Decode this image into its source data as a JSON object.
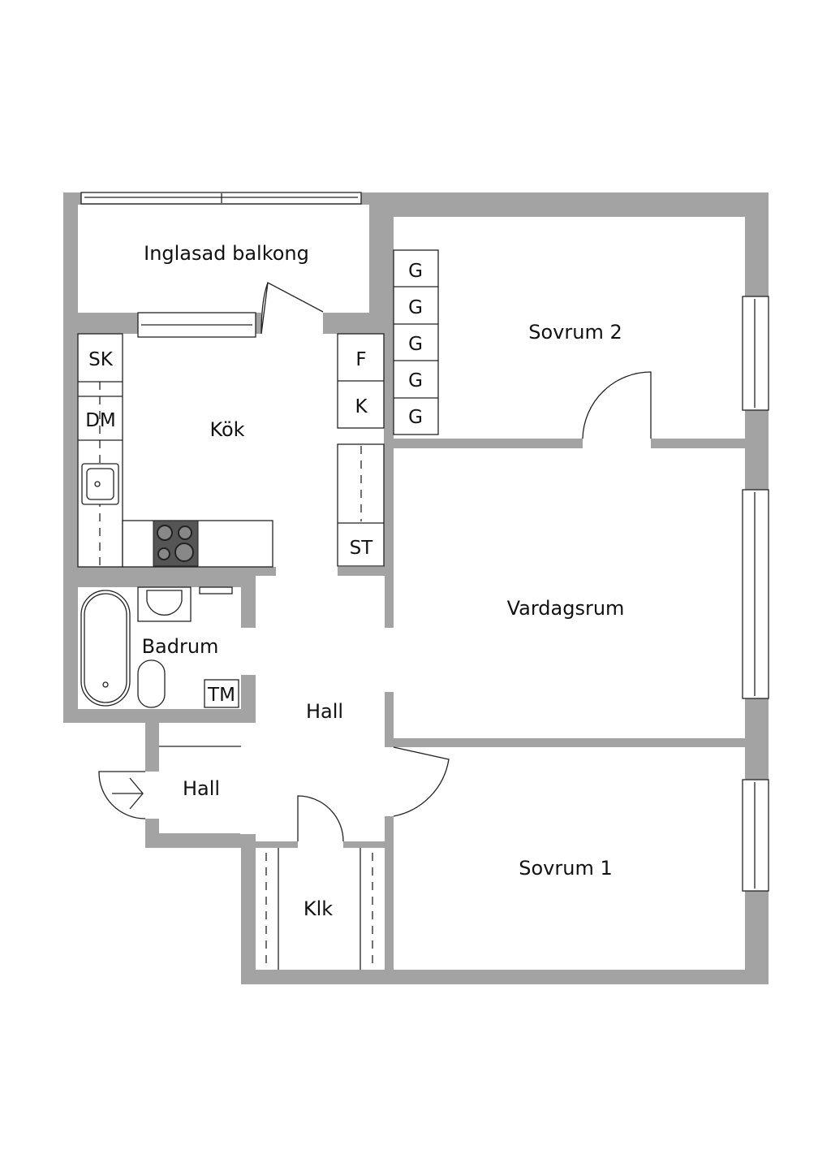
{
  "rooms": {
    "balcony": "Inglasad balkong",
    "kitchen": "Kök",
    "bedroom2": "Sovrum 2",
    "living": "Vardagsrum",
    "bathroom": "Badrum",
    "hall_main": "Hall",
    "hall_entry": "Hall",
    "closet": "Klk",
    "bedroom1": "Sovrum 1"
  },
  "fixtures": {
    "sk": "SK",
    "dm": "DM",
    "f": "F",
    "k": "K",
    "st": "ST",
    "tm": "TM",
    "wardrobe": [
      "G",
      "G",
      "G",
      "G",
      "G"
    ]
  },
  "colors": {
    "wall": "#a3a3a3",
    "line": "#222222",
    "background": "#ffffff"
  }
}
